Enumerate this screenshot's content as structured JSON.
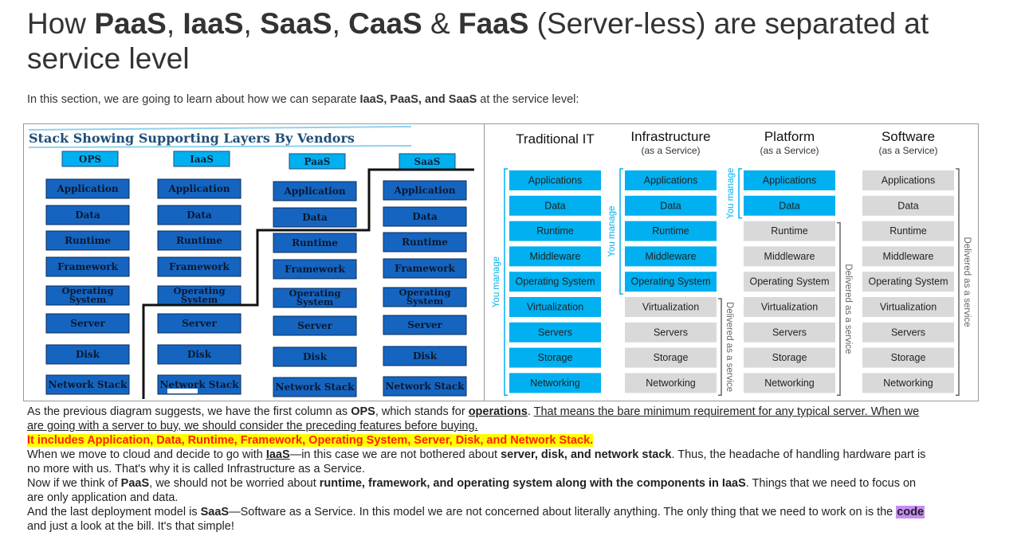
{
  "title": {
    "p1": "How ",
    "b1": "PaaS",
    "p2": ", ",
    "b2": "IaaS",
    "p3": ", ",
    "b3": "SaaS",
    "p4": ", ",
    "b4": "CaaS",
    "p5": " & ",
    "b5": "FaaS",
    "p6": " (Server-less) are separated at service level"
  },
  "intro": {
    "before": "In this section, we are going to learn about how we can separate ",
    "bold": "IaaS, PaaS, and SaaS",
    "after": " at the service level:"
  },
  "left_diagram": {
    "title": "Stack Showing Supporting Layers By Vendors",
    "headers": [
      "OPS",
      "IaaS",
      "PaaS",
      "SaaS"
    ],
    "layers": [
      "Application",
      "Data",
      "Runtime",
      "Framework",
      "Operating System",
      "Server",
      "Disk",
      "Network Stack"
    ],
    "colors": {
      "box": "#1565c0",
      "header_bg": "#00b0f0",
      "title": "#1f4e79"
    }
  },
  "right_diagram": {
    "columns": [
      {
        "title": "Traditional IT",
        "subtitle": ""
      },
      {
        "title": "Infrastructure",
        "subtitle": "(as a Service)"
      },
      {
        "title": "Platform",
        "subtitle": "(as a Service)"
      },
      {
        "title": "Software",
        "subtitle": "(as a Service)"
      }
    ],
    "layers": [
      "Applications",
      "Data",
      "Runtime",
      "Middleware",
      "Operating System",
      "Virtualization",
      "Servers",
      "Storage",
      "Networking"
    ],
    "managed_counts": [
      9,
      5,
      2,
      0
    ],
    "you_manage": "You manage",
    "delivered": "Delivered as a service",
    "colors": {
      "managed": "#00b0f0",
      "delivered": "#d9d9d9"
    }
  },
  "body": {
    "p1_a": "As the previous diagram suggests, we have the first column as ",
    "p1_b": "OPS",
    "p1_c": ", which stands for ",
    "p1_d": "operations",
    "p1_e": ". ",
    "p1_f": "That means the bare minimum requirement for any typical server. When we are going with a server to buy, we should consider the preceding features before buying.",
    "p2": "It includes Application, Data, Runtime, Framework, Operating System, Server, Disk, and Network Stack.",
    "p3_a": "When we move to cloud and decide to go with ",
    "p3_b": "IaaS",
    "p3_c": "—in this case we are not bothered about ",
    "p3_d": "server, disk, and network stack",
    "p3_e": ". Thus, the headache of handling hardware part is no more with us. That's why it is called Infrastructure as a Service.",
    "p4_a": "Now if we think of ",
    "p4_b": "PaaS",
    "p4_c": ", we should not be worried about ",
    "p4_d": "runtime, framework, and operating system along with the components in IaaS",
    "p4_e": ". Things that we need to focus on are only application and data.",
    "p5_a": "And the last deployment model is ",
    "p5_b": "SaaS",
    "p5_c": "—Software as a Service. In this model we are not concerned about literally anything. The only thing that we need to work on is the ",
    "p5_d": "code",
    "p5_e": " and just a look at the bill. It's that simple!"
  }
}
